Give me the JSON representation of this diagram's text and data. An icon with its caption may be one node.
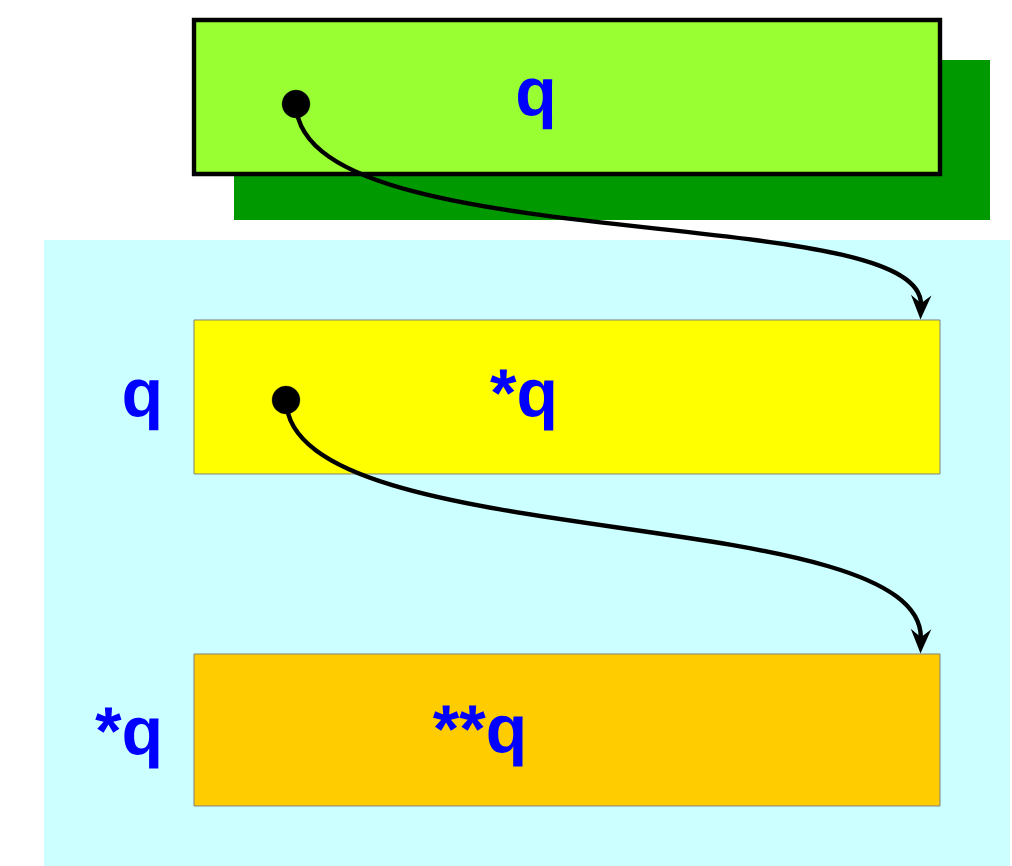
{
  "diagram": {
    "nodes": [
      {
        "text": [
          "q"
        ]
      },
      {
        "text": [],
        "shape": "circle",
        "in": 0
      },
      {
        "text": [],
        "shape": "box"
      },
      {
        "text": [
          "*q"
        ],
        "beside": [
          "q"
        ],
        "in": 2
      },
      {
        "text": [],
        "shape": "circle",
        "in": 3
      },
      {
        "text": [
          "**q"
        ],
        "beside": [
          "*q"
        ],
        "in": 2
      }
    ],
    "edges": [
      {
        "from": 1,
        "to": 3,
        "arrow": "to"
      },
      {
        "from": 4,
        "to": 5,
        "arrow": "to"
      }
    ]
  }
}
